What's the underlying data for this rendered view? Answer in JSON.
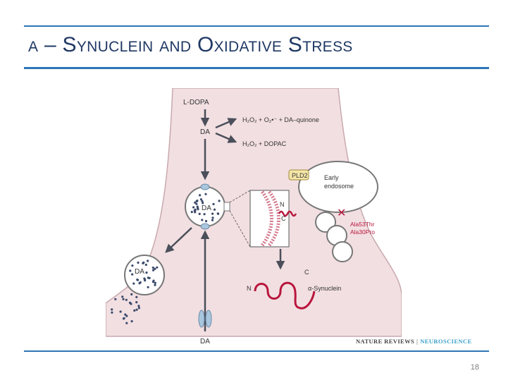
{
  "slide": {
    "title": "α – Synuclein and Oxidative Stress",
    "page_number": "18"
  },
  "credit": {
    "publisher": "NATURE REVIEWS",
    "separator": "|",
    "journal": "NEUROSCIENCE"
  },
  "diagram": {
    "labels": {
      "l_dopa": "L-DOPA",
      "da_top": "DA",
      "reaction_1": "H₂O₂ + O₂•⁻ + DA–quinone",
      "reaction_2": "H₂O₂ + DOPAC",
      "pld2": "PLD2",
      "early": "Early",
      "endosome": "endosome",
      "da_vesicle": "DA",
      "da_release": "DA",
      "da_bottom": "DA",
      "n_helix": "N",
      "c_helix": "C",
      "n_chain": "N",
      "c_chain": "C",
      "synuclein": "α-Synuclein",
      "mutation_1": "Ala53Thr",
      "mutation_2": "Ala30Pro"
    },
    "colors": {
      "terminal_fill": "#f2dfe2",
      "terminal_stroke": "#c8a9ae",
      "arrow": "#4a4f5a",
      "protein": "#b8163c",
      "dots": "#3b4a6b",
      "transporter": "#a9c6df",
      "pld2_fill": "#f5e6a8"
    }
  }
}
